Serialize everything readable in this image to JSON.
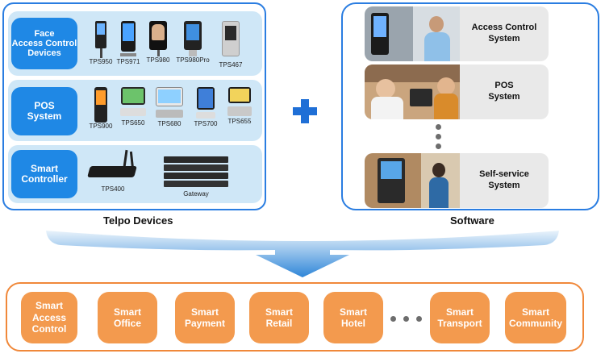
{
  "devices": {
    "caption": "Telpo Devices",
    "rows": [
      {
        "label": "Face\nAccess Control\nDevices",
        "items": [
          "TPS950",
          "TPS971",
          "TPS980",
          "TPS980Pro",
          "TPS467"
        ]
      },
      {
        "label": "POS\nSystem",
        "items": [
          "TPS900",
          "TPS650",
          "TPS680",
          "TPS700",
          "TPS655"
        ]
      },
      {
        "label": "Smart\nController",
        "items": [
          "TPS400",
          "Gateway"
        ]
      }
    ]
  },
  "software": {
    "caption": "Software",
    "rows": [
      {
        "label": "Access Control\nSystem"
      },
      {
        "label": "POS\nSystem"
      },
      {
        "label": "Self-service\nSystem"
      }
    ]
  },
  "solutions": [
    "Smart\nAccess\nControl",
    "Smart\nOffice",
    "Smart\nPayment",
    "Smart\nRetail",
    "Smart\nHotel",
    "Smart\nTransport",
    "Smart\nCommunity"
  ],
  "icons": {
    "plus": "plus-icon",
    "arrow": "down-arrow-icon",
    "ellipsis": "ellipsis-icon"
  },
  "colors": {
    "blue": "#1f88e5",
    "light_blue": "#cfe7f7",
    "orange": "#f39a4e",
    "orange_border": "#f0883a",
    "arrow": "#2f86d8"
  }
}
